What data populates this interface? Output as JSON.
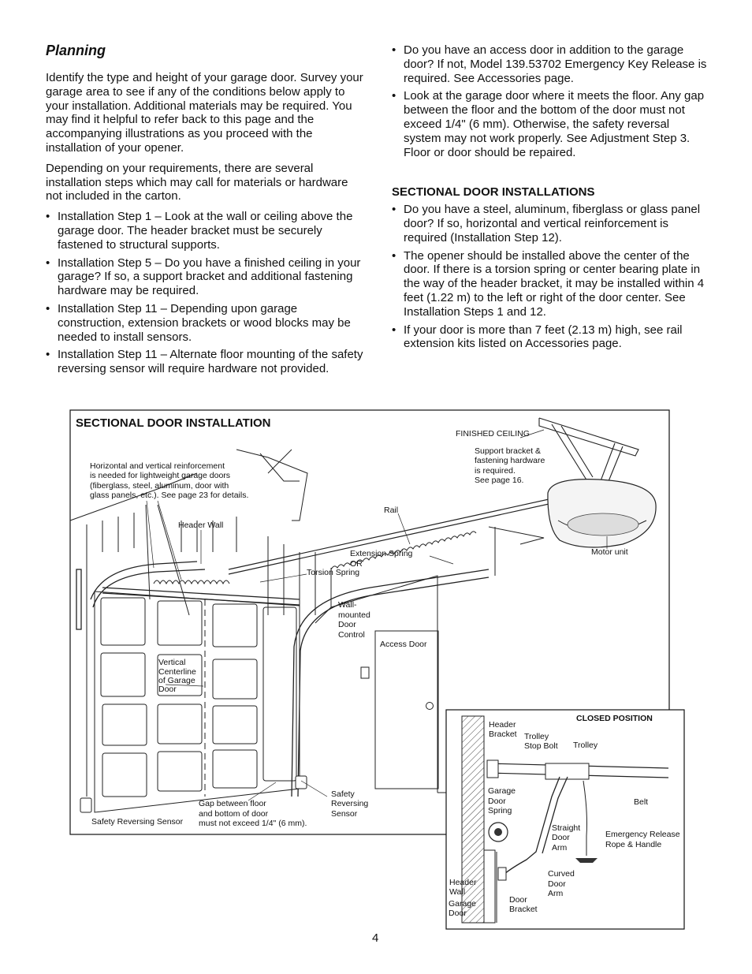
{
  "heading": "Planning",
  "left_column": {
    "intro": "Identify the type and height of your garage door. Survey your garage area to see if any of the conditions below apply to your installation. Additional materials may be required. You may find it helpful to refer back to this page and the accompanying illustrations as you proceed with the installation of your opener.",
    "intro2": "Depending on your requirements, there are several installation steps which may call for materials or hardware not included in the carton.",
    "bullets": [
      "Installation Step 1 – Look at the wall or ceiling above the garage door. The header bracket must be securely fastened to structural supports.",
      "Installation Step 5 – Do you have a finished ceiling in your garage? If so, a support bracket and additional fastening hardware may be required.",
      "Installation Step 11 – Depending upon garage construction, extension brackets or wood blocks may be needed to install sensors.",
      "Installation Step 11 – Alternate floor mounting of the safety reversing sensor will require hardware not provided."
    ]
  },
  "right_column": {
    "bullets_top": [
      "Do you have an access door in addition to the garage door? If not, Model 139.53702 Emergency Key Release is required. See Accessories page.",
      "Look at the garage door where it meets the floor. Any gap between the floor and the bottom of the door must not exceed 1/4\" (6 mm). Otherwise, the safety reversal system may not work properly. See Adjustment Step 3. Floor or door should be repaired."
    ],
    "subheading": "SECTIONAL DOOR INSTALLATIONS",
    "bullets_bottom": [
      "Do you have a steel, aluminum, fiberglass or glass panel door? If so, horizontal and vertical reinforcement is required (Installation Step 12).",
      "The opener should be installed above the center of the door. If there is a torsion spring or center bearing plate in the way of the header bracket, it may be installed within 4 feet (1.22 m) to the left or right of the door center. See Installation Steps 1 and 12.",
      "If your door is more than 7 feet (2.13 m) high, see rail extension kits listed on Accessories page."
    ]
  },
  "diagram": {
    "title": "SECTIONAL DOOR INSTALLATION",
    "finished_ceiling": "FINISHED CEILING",
    "support_bracket": [
      "Support bracket &",
      "fastening hardware",
      "is required.",
      "See page 16."
    ],
    "reinforcement": [
      "Horizontal and vertical reinforcement",
      "is needed for lightweight garage doors",
      "(fiberglass, steel, aluminum, door with",
      "glass panels, etc.). See page 23 for details."
    ],
    "rail": "Rail",
    "header_wall": "Header Wall",
    "extension_spring": [
      "Extension Spring",
      "OR"
    ],
    "torsion_spring": "Torsion Spring",
    "motor_unit": "Motor unit",
    "wall_control": [
      "Wall-",
      "mounted",
      "Door",
      "Control"
    ],
    "access_door": "Access Door",
    "centerline": [
      "Vertical",
      "Centerline",
      "of Garage",
      "Door"
    ],
    "safety_sensor_left": "Safety Reversing Sensor",
    "gap": [
      "Gap between floor",
      "and bottom of door",
      "must not exceed 1/4\" (6 mm)."
    ],
    "safety_sensor_right": [
      "Safety",
      "Reversing",
      "Sensor"
    ]
  },
  "inset": {
    "title": "CLOSED POSITION",
    "header_bracket": [
      "Header",
      "Bracket"
    ],
    "trolley_stop": [
      "Trolley",
      "Stop Bolt"
    ],
    "trolley": "Trolley",
    "garage_door_spring": [
      "Garage",
      "Door",
      "Spring"
    ],
    "belt": "Belt",
    "straight_arm": [
      "Straight",
      "Door",
      "Arm"
    ],
    "emergency_release": [
      "Emergency Release",
      "Rope & Handle"
    ],
    "curved_arm": [
      "Curved",
      "Door",
      "Arm"
    ],
    "header_wall": [
      "Header",
      "Wall"
    ],
    "garage_door": [
      "Garage",
      "Door"
    ],
    "door_bracket": [
      "Door",
      "Bracket"
    ]
  },
  "page_number": "4"
}
